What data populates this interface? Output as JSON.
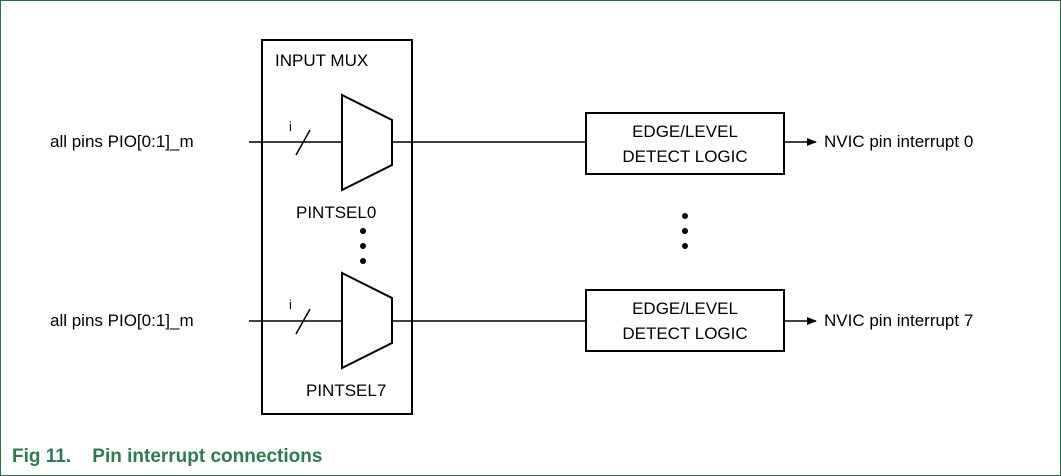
{
  "diagram": {
    "mux_box_label": "INPUT MUX",
    "inputs": [
      {
        "label": "all pins PIO[0:1]_m",
        "bus_width": "i",
        "mux_label": "PINTSEL0",
        "logic_line1": "EDGE/LEVEL",
        "logic_line2": "DETECT LOGIC",
        "output": "NVIC pin interrupt 0"
      },
      {
        "label": "all pins PIO[0:1]_m",
        "bus_width": "i",
        "mux_label": "PINTSEL7",
        "logic_line1": "EDGE/LEVEL",
        "logic_line2": "DETECT LOGIC",
        "output": "NVIC pin interrupt 7"
      }
    ]
  },
  "caption": {
    "number": "Fig 11.",
    "title": "Pin interrupt connections"
  },
  "colors": {
    "frame_border": "#2f6b4f",
    "caption_text": "#2f7a4f",
    "line": "#000000"
  }
}
